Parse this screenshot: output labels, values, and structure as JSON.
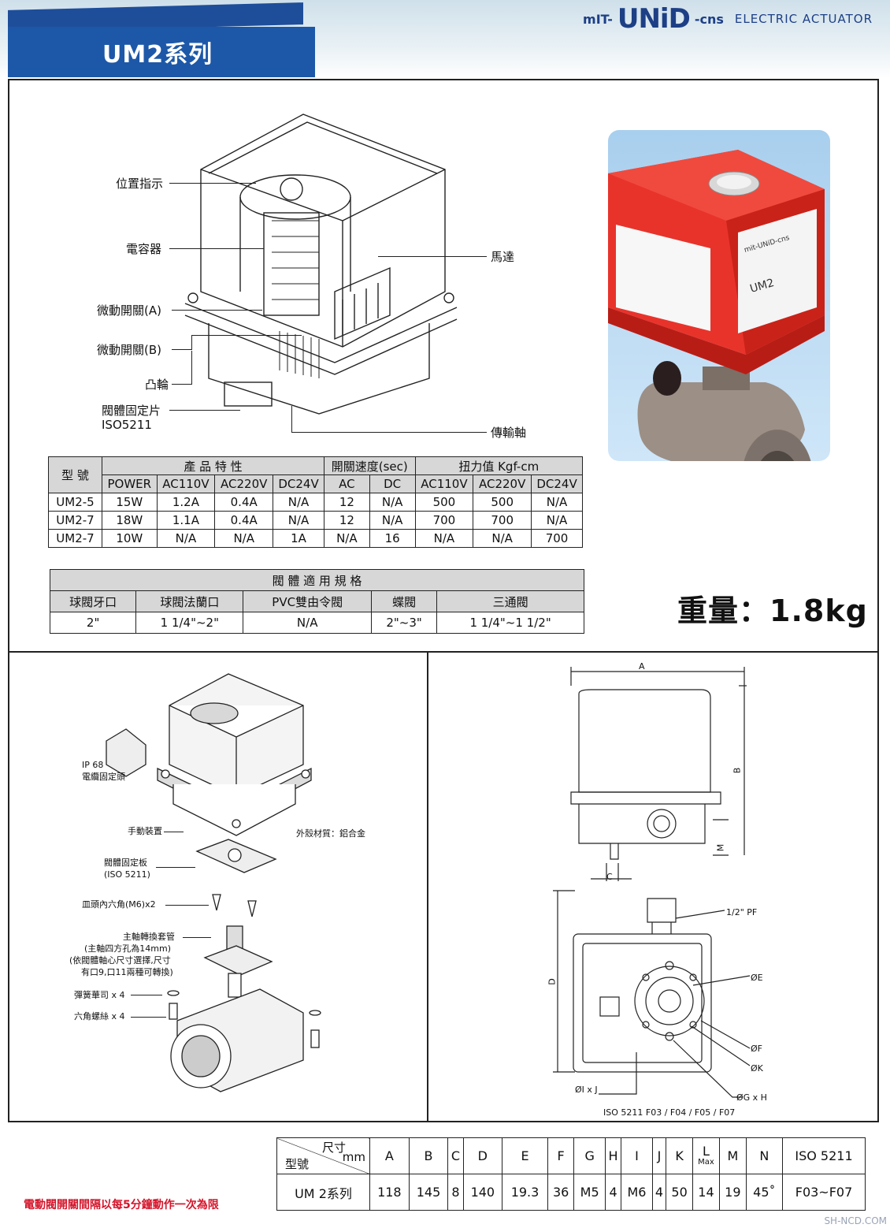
{
  "header": {
    "series_title": "UM2系列",
    "brand_mit": "mIT-",
    "brand_unid": "UNiD",
    "brand_cns": "-cns",
    "brand_sub": "ELECTRIC ACTUATOR"
  },
  "cutaway_labels": {
    "position_indicator": "位置指示",
    "capacitor": "電容器",
    "micro_switch_a": "微動開關(A)",
    "micro_switch_b": "微動開關(B)",
    "cam": "凸輪",
    "valve_mount_plate": "閥體固定片",
    "iso": "ISO5211",
    "motor": "馬達",
    "drive_shaft": "傳輸軸"
  },
  "spec_table": {
    "model_header": "型 號",
    "group_product": "產 品 特 性",
    "group_speed": "開關速度(sec)",
    "group_torque": "扭力值 Kgf-cm",
    "sub_headers": [
      "POWER",
      "AC110V",
      "AC220V",
      "DC24V",
      "AC",
      "DC",
      "AC110V",
      "AC220V",
      "DC24V"
    ],
    "rows": [
      [
        "UM2-5",
        "15W",
        "1.2A",
        "0.4A",
        "N/A",
        "12",
        "N/A",
        "500",
        "500",
        "N/A"
      ],
      [
        "UM2-7",
        "18W",
        "1.1A",
        "0.4A",
        "N/A",
        "12",
        "N/A",
        "700",
        "700",
        "N/A"
      ],
      [
        "UM2-7",
        "10W",
        "N/A",
        "N/A",
        "1A",
        "N/A",
        "16",
        "N/A",
        "N/A",
        "700"
      ]
    ]
  },
  "valve_table": {
    "title": "閥 體 適 用 規 格",
    "headers": [
      "球閥牙口",
      "球閥法蘭口",
      "PVC雙由令閥",
      "蝶閥",
      "三通閥"
    ],
    "values": [
      "2\"",
      "1 1/4\"~2\"",
      "N/A",
      "2\"~3\"",
      "1 1/4\"~1 1/2\""
    ]
  },
  "weight": "重量：1.8kg",
  "photo": {
    "label_brand": "mit-UNiD-cns",
    "label_model": "UM2"
  },
  "exploded_labels": {
    "ip68": "IP 68",
    "cable_gland": "電纜固定頭",
    "manual": "手動裝置",
    "housing": "外殼材質：鋁合金",
    "mount_plate": "閥體固定板",
    "mount_plate_iso": "(ISO 5211)",
    "screw": "皿頭內六角(M6)x2",
    "sleeve_1": "主軸轉換套管",
    "sleeve_2": "(主軸四方孔為14mm)",
    "sleeve_3": "(依閥體軸心尺寸選擇,尺寸",
    "sleeve_4": "有口9,口11兩種可轉換)",
    "washer": "彈簧華司 x 4",
    "bolt": "六角螺絲 x 4"
  },
  "dim_drawing": {
    "a": "A",
    "b": "B",
    "c": "C",
    "m": "M",
    "d": "D",
    "pf": "1/2\" PF",
    "e": "ØE",
    "f": "ØF",
    "k": "ØK",
    "gh": "ØG x H",
    "ij": "ØI x J",
    "iso": "ISO 5211 F03 / F04 / F05 / F07"
  },
  "dim_table": {
    "corner_top": "尺寸",
    "corner_unit": "mm",
    "corner_bottom": "型號",
    "headers": [
      "A",
      "B",
      "C",
      "D",
      "E",
      "F",
      "G",
      "H",
      "I",
      "J",
      "K",
      "L",
      "M",
      "N",
      "ISO 5211"
    ],
    "l_sub": "Max",
    "row_label": "UM 2系列",
    "values": [
      "118",
      "145",
      "8",
      "140",
      "19.3",
      "36",
      "M5",
      "4",
      "M6",
      "4",
      "50",
      "14",
      "19",
      "45˚",
      "F03~F07"
    ]
  },
  "note": "電動閥開關間隔以每5分鐘動作一次為限",
  "watermark": "SH-NCD.COM"
}
